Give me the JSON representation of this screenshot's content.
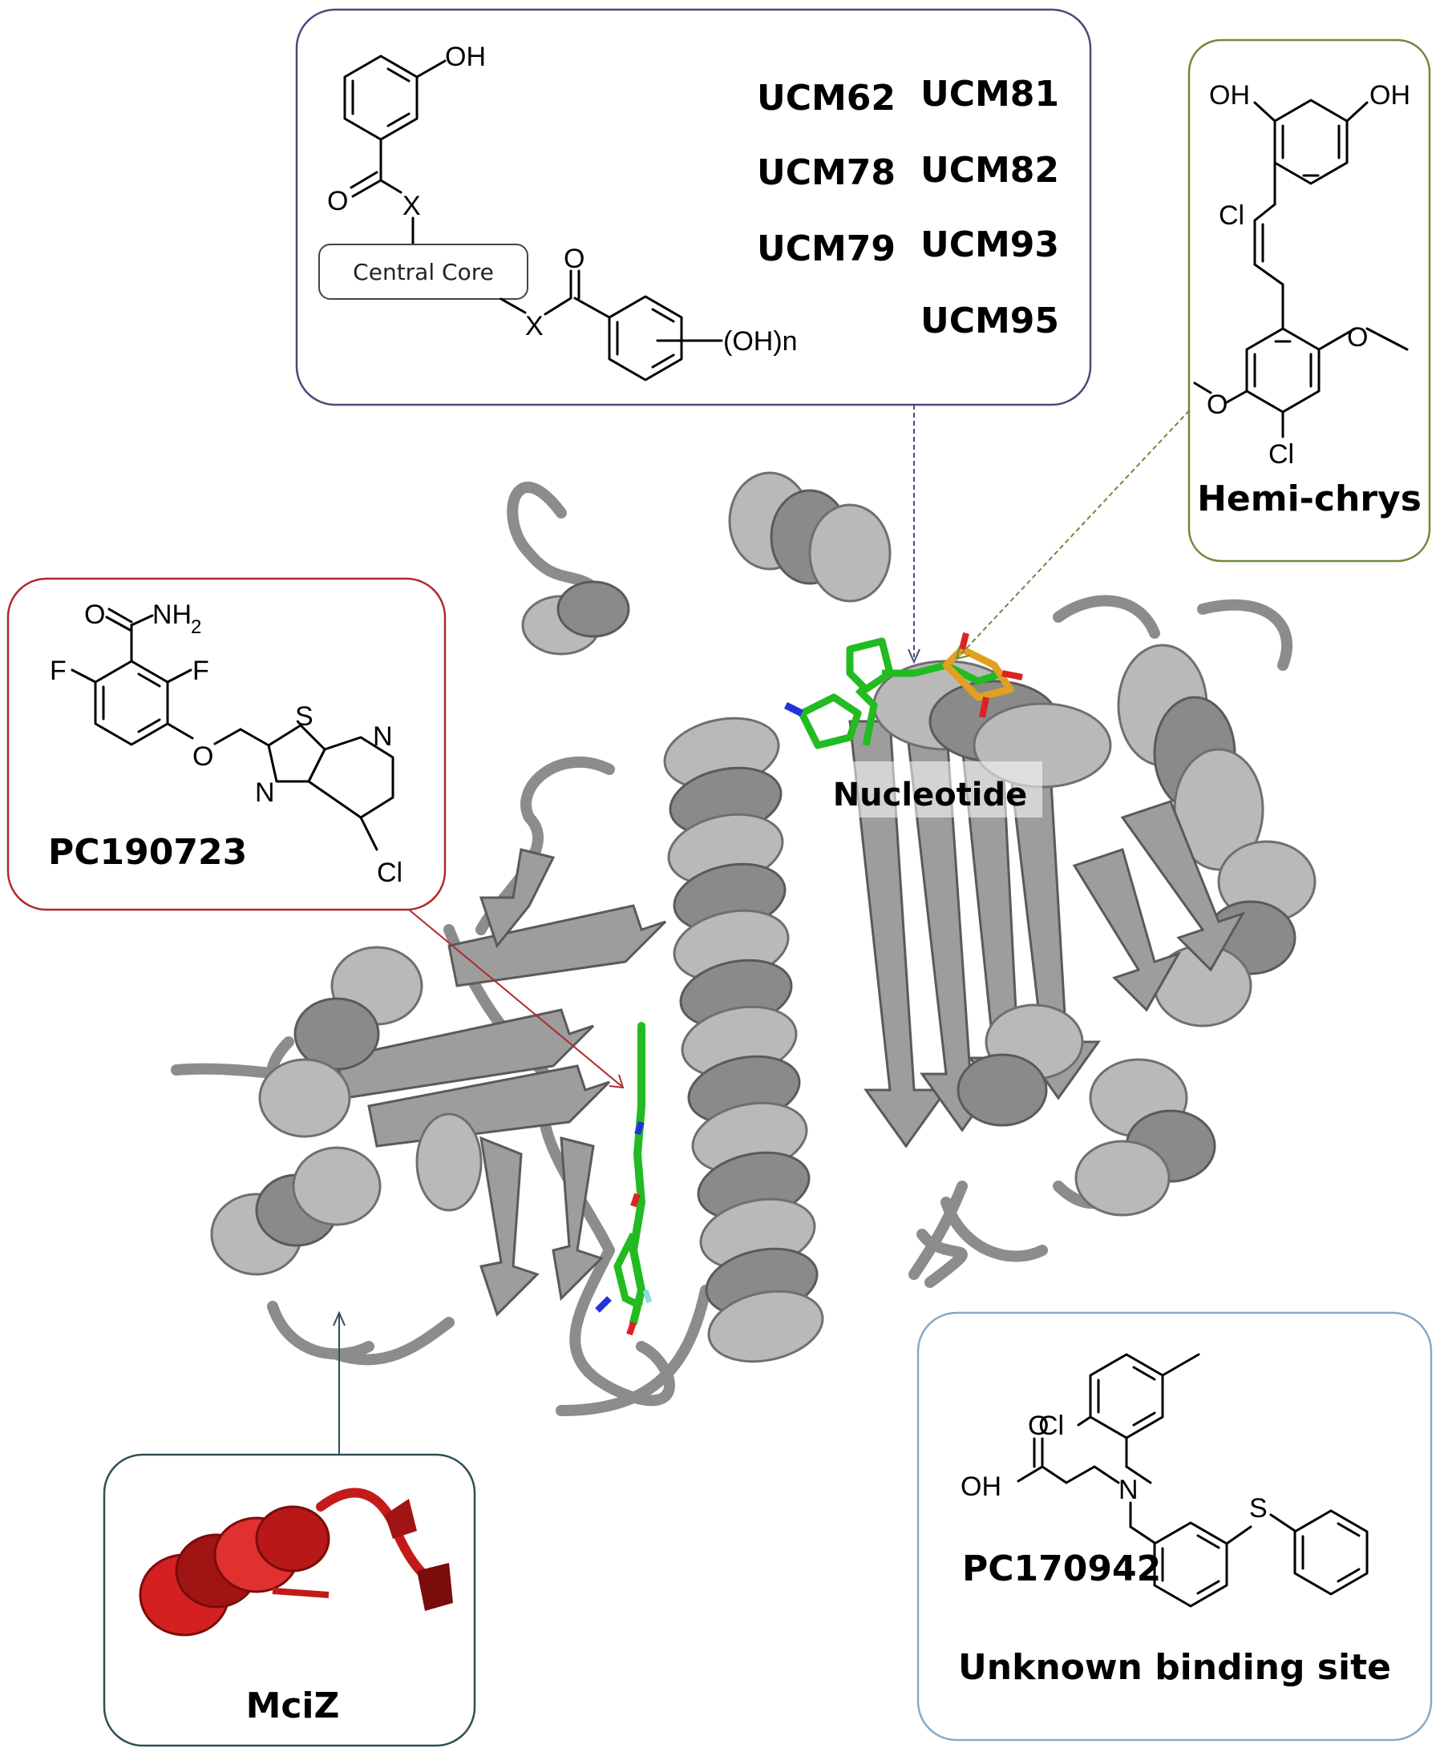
{
  "boxes": {
    "ucm": {
      "compounds": [
        "UCM62",
        "UCM81",
        "UCM78",
        "UCM82",
        "UCM79",
        "UCM93",
        "UCM95"
      ],
      "core_label": "Central Core",
      "atoms": {
        "oh_top": "OH",
        "o1": "O",
        "x1": "X",
        "o2": "O",
        "x2": "X",
        "ohn": "(OH)n"
      },
      "border_color": "#4b4a7a"
    },
    "hemi": {
      "label": "Hemi-chrys",
      "atoms": {
        "oh_left": "OH",
        "oh_right": "OH",
        "cl_top": "Cl",
        "cl_bottom": "Cl"
      },
      "border_color": "#6f8a3a"
    },
    "pc190723": {
      "label": "PC190723",
      "atoms": {
        "o_amide": "O",
        "nh2": "NH",
        "nh2_sub": "2",
        "f_left": "F",
        "f_right": "F",
        "o_ether": "O",
        "s": "S",
        "n_pyr": "N",
        "n_thz": "N",
        "cl": "Cl"
      },
      "border_color": "#b02a2a"
    },
    "mciz": {
      "label": "MciZ",
      "border_color": "#2f4f55",
      "ribbon_color": "#d42020"
    },
    "pc170942": {
      "label": "PC170942",
      "site_label": "Unknown binding site",
      "atoms": {
        "o": "O",
        "oh": "OH",
        "cl": "Cl",
        "n": "N",
        "s": "S"
      },
      "border_color": "#8aa7c9"
    }
  },
  "protein": {
    "site_label": "Nucleotide",
    "ribbon_color": "#b0b0b0",
    "ligand_color": "#22bb22"
  }
}
